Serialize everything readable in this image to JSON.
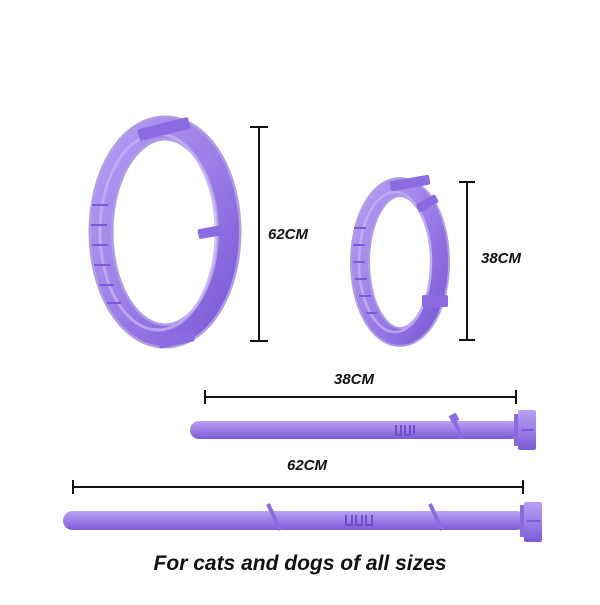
{
  "labels": {
    "large_ring": "62CM",
    "small_ring": "38CM",
    "short_strap": "38CM",
    "long_strap": "62CM"
  },
  "caption": "For cats and dogs of all sizes",
  "colors": {
    "collar": "#9d7fe8",
    "collar_dark": "#6f4fc8",
    "collar_light": "#c4b2f5",
    "dimension_line": "#111111"
  }
}
